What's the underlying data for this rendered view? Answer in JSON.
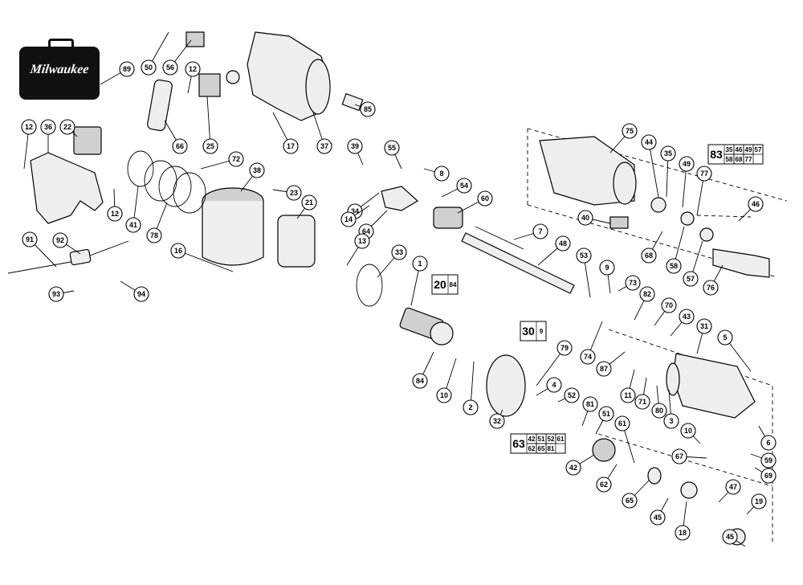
{
  "brand": {
    "logo_text": "Milwaukee",
    "logo_label": "89"
  },
  "callouts": [
    {
      "id": "12a",
      "text": "12"
    },
    {
      "id": "36",
      "text": "36"
    },
    {
      "id": "22",
      "text": "22"
    },
    {
      "id": "50",
      "text": "50"
    },
    {
      "id": "56",
      "text": "56"
    },
    {
      "id": "12b",
      "text": "12"
    },
    {
      "id": "66",
      "text": "66"
    },
    {
      "id": "25",
      "text": "25"
    },
    {
      "id": "17",
      "text": "17"
    },
    {
      "id": "37",
      "text": "37"
    },
    {
      "id": "85",
      "text": "85"
    },
    {
      "id": "72",
      "text": "72"
    },
    {
      "id": "38",
      "text": "38"
    },
    {
      "id": "12c",
      "text": "12"
    },
    {
      "id": "41",
      "text": "41"
    },
    {
      "id": "78",
      "text": "78"
    },
    {
      "id": "23",
      "text": "23"
    },
    {
      "id": "21",
      "text": "21"
    },
    {
      "id": "16",
      "text": "16"
    },
    {
      "id": "91",
      "text": "91"
    },
    {
      "id": "92",
      "text": "92"
    },
    {
      "id": "93",
      "text": "93"
    },
    {
      "id": "94",
      "text": "94"
    },
    {
      "id": "39",
      "text": "39"
    },
    {
      "id": "55",
      "text": "55"
    },
    {
      "id": "8",
      "text": "8"
    },
    {
      "id": "34",
      "text": "34"
    },
    {
      "id": "14",
      "text": "14"
    },
    {
      "id": "64",
      "text": "64"
    },
    {
      "id": "54",
      "text": "54"
    },
    {
      "id": "60",
      "text": "60"
    },
    {
      "id": "13",
      "text": "13"
    },
    {
      "id": "33",
      "text": "33"
    },
    {
      "id": "1",
      "text": "1"
    },
    {
      "id": "84",
      "text": "84"
    },
    {
      "id": "10a",
      "text": "10"
    },
    {
      "id": "2",
      "text": "2"
    },
    {
      "id": "32",
      "text": "32"
    },
    {
      "id": "7",
      "text": "7"
    },
    {
      "id": "48",
      "text": "48"
    },
    {
      "id": "53",
      "text": "53"
    },
    {
      "id": "9",
      "text": "9"
    },
    {
      "id": "73",
      "text": "73"
    },
    {
      "id": "74",
      "text": "74"
    },
    {
      "id": "87",
      "text": "87"
    },
    {
      "id": "79",
      "text": "79"
    },
    {
      "id": "4",
      "text": "4"
    },
    {
      "id": "52",
      "text": "52"
    },
    {
      "id": "81",
      "text": "81"
    },
    {
      "id": "51",
      "text": "51"
    },
    {
      "id": "42",
      "text": "42"
    },
    {
      "id": "62",
      "text": "62"
    },
    {
      "id": "61",
      "text": "61"
    },
    {
      "id": "65",
      "text": "65"
    },
    {
      "id": "45a",
      "text": "45"
    },
    {
      "id": "18",
      "text": "18"
    },
    {
      "id": "47",
      "text": "47"
    },
    {
      "id": "19",
      "text": "19"
    },
    {
      "id": "45b",
      "text": "45"
    },
    {
      "id": "75",
      "text": "75"
    },
    {
      "id": "44",
      "text": "44"
    },
    {
      "id": "35",
      "text": "35"
    },
    {
      "id": "49",
      "text": "49"
    },
    {
      "id": "77",
      "text": "77"
    },
    {
      "id": "46",
      "text": "46"
    },
    {
      "id": "40",
      "text": "40"
    },
    {
      "id": "68",
      "text": "68"
    },
    {
      "id": "58",
      "text": "58"
    },
    {
      "id": "57",
      "text": "57"
    },
    {
      "id": "76",
      "text": "76"
    },
    {
      "id": "82",
      "text": "82"
    },
    {
      "id": "70",
      "text": "70"
    },
    {
      "id": "43",
      "text": "43"
    },
    {
      "id": "31",
      "text": "31"
    },
    {
      "id": "5",
      "text": "5"
    },
    {
      "id": "11",
      "text": "11"
    },
    {
      "id": "71",
      "text": "71"
    },
    {
      "id": "80",
      "text": "80"
    },
    {
      "id": "3",
      "text": "3"
    },
    {
      "id": "10b",
      "text": "10"
    },
    {
      "id": "6",
      "text": "6"
    },
    {
      "id": "59",
      "text": "59"
    },
    {
      "id": "67",
      "text": "67"
    },
    {
      "id": "69",
      "text": "69"
    }
  ],
  "groups": {
    "g20": {
      "main": "20",
      "subs": [
        "84"
      ]
    },
    "g30": {
      "main": "30",
      "subs": [
        "9"
      ]
    },
    "g83": {
      "main": "83",
      "subs": [
        "35",
        "46",
        "49",
        "57",
        "58",
        "68",
        "77"
      ]
    },
    "g63": {
      "main": "63",
      "subs": [
        "42",
        "51",
        "52",
        "61",
        "62",
        "65",
        "81"
      ]
    }
  }
}
